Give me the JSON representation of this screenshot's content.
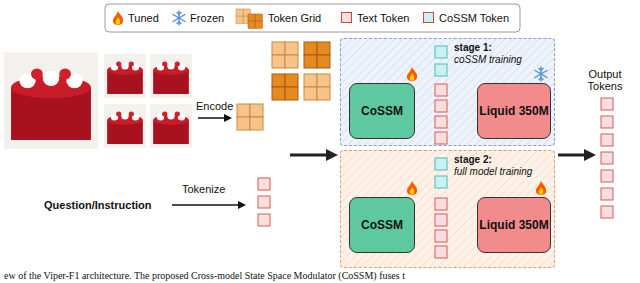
{
  "diagram": {
    "caption": "ew of the Viper-F1 architecture. The proposed Cross-model State Space Modulator (CoSSM) fuses t",
    "nodes": [
      {
        "text": [
          "stage 1:",
          "coSSM training"
        ]
      },
      {
        "text": [
          "CoSSM"
        ],
        "in": 0
      },
      {
        "text": [
          "Liquid 350M"
        ],
        "in": 0
      },
      {
        "text": [
          "stage 2:",
          "full model training"
        ]
      },
      {
        "text": [
          "CoSSM"
        ],
        "in": 3
      },
      {
        "text": [
          "Liquid 350M"
        ],
        "in": 3
      }
    ],
    "labels": [
      "Encode",
      "Question/Instruction",
      "Tokenize",
      "Output Tokens"
    ],
    "legend": [
      {
        "text": "Tuned"
      },
      {
        "text": "Frozen"
      },
      {
        "text": "Token Grid"
      },
      {
        "text": "Text Token",
        "color": "#f9dede"
      },
      {
        "text": "CoSSM Token",
        "color": "#c9f1f1"
      }
    ]
  }
}
